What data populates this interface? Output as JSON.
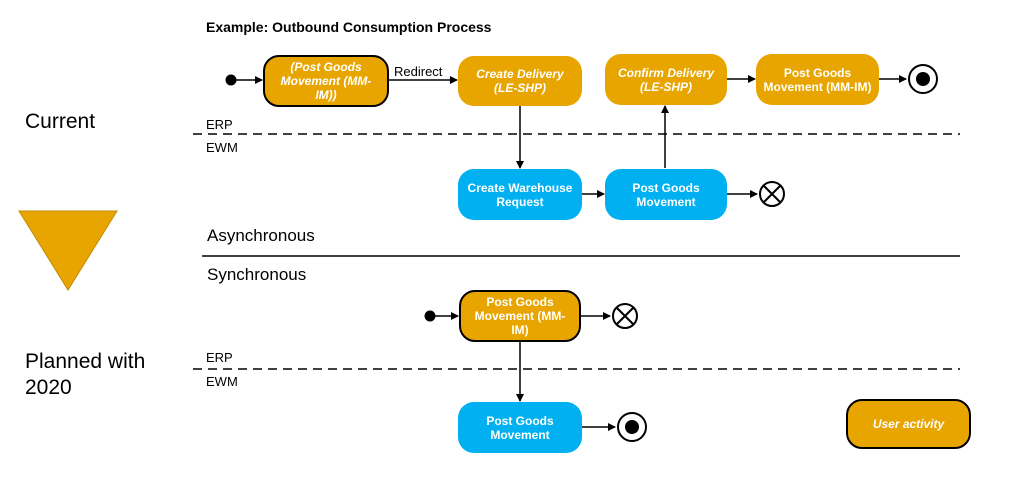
{
  "title": "Example: Outbound Consumption Process",
  "sections": {
    "current_label": "Current",
    "planned_label": "Planned with 2020",
    "asynchronous_label": "Asynchronous",
    "synchronous_label": "Synchronous"
  },
  "systems": {
    "erp": "ERP",
    "ewm": "EWM"
  },
  "current_flow": {
    "node_post_goods_mm": "(Post Goods Movement (MM-IM))",
    "edge_redirect": "Redirect",
    "node_create_delivery": "Create Delivery (LE-SHP)",
    "node_confirm_delivery": "Confirm Delivery (LE-SHP)",
    "node_post_goods_mm_final": "Post Goods Movement (MM-IM)",
    "node_create_warehouse_request": "Create Warehouse Request",
    "node_post_goods_ewm": "Post Goods Movement"
  },
  "planned_flow": {
    "node_post_goods_mm": "Post Goods Movement (MM-IM)",
    "node_post_goods_ewm": "Post Goods Movement"
  },
  "legend": {
    "user_activity": "User activity"
  },
  "colors": {
    "erp_activity": "#e8a500",
    "ewm_activity": "#00b0f0"
  }
}
